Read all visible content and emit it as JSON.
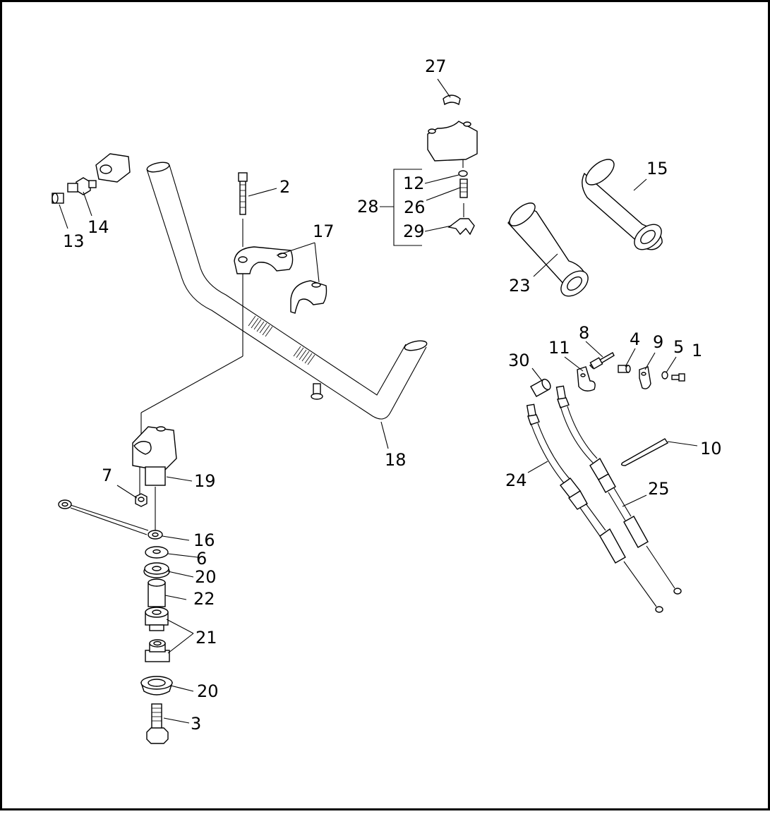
{
  "diagram": {
    "callouts": [
      {
        "id": "c1",
        "text": "1"
      },
      {
        "id": "c2",
        "text": "2"
      },
      {
        "id": "c3",
        "text": "3"
      },
      {
        "id": "c4",
        "text": "4"
      },
      {
        "id": "c5",
        "text": "5"
      },
      {
        "id": "c6",
        "text": "6"
      },
      {
        "id": "c7",
        "text": "7"
      },
      {
        "id": "c8",
        "text": "8"
      },
      {
        "id": "c9",
        "text": "9"
      },
      {
        "id": "c10",
        "text": "10"
      },
      {
        "id": "c11",
        "text": "11"
      },
      {
        "id": "c12",
        "text": "12"
      },
      {
        "id": "c13",
        "text": "13"
      },
      {
        "id": "c14",
        "text": "14"
      },
      {
        "id": "c15",
        "text": "15"
      },
      {
        "id": "c16",
        "text": "16"
      },
      {
        "id": "c17",
        "text": "17"
      },
      {
        "id": "c18",
        "text": "18"
      },
      {
        "id": "c19",
        "text": "19"
      },
      {
        "id": "c20a",
        "text": "20"
      },
      {
        "id": "c20b",
        "text": "20"
      },
      {
        "id": "c21",
        "text": "21"
      },
      {
        "id": "c22",
        "text": "22"
      },
      {
        "id": "c23",
        "text": "23"
      },
      {
        "id": "c24",
        "text": "24"
      },
      {
        "id": "c25",
        "text": "25"
      },
      {
        "id": "c26",
        "text": "26"
      },
      {
        "id": "c27",
        "text": "27"
      },
      {
        "id": "c28",
        "text": "28"
      },
      {
        "id": "c29",
        "text": "29"
      },
      {
        "id": "c30",
        "text": "30"
      }
    ]
  }
}
